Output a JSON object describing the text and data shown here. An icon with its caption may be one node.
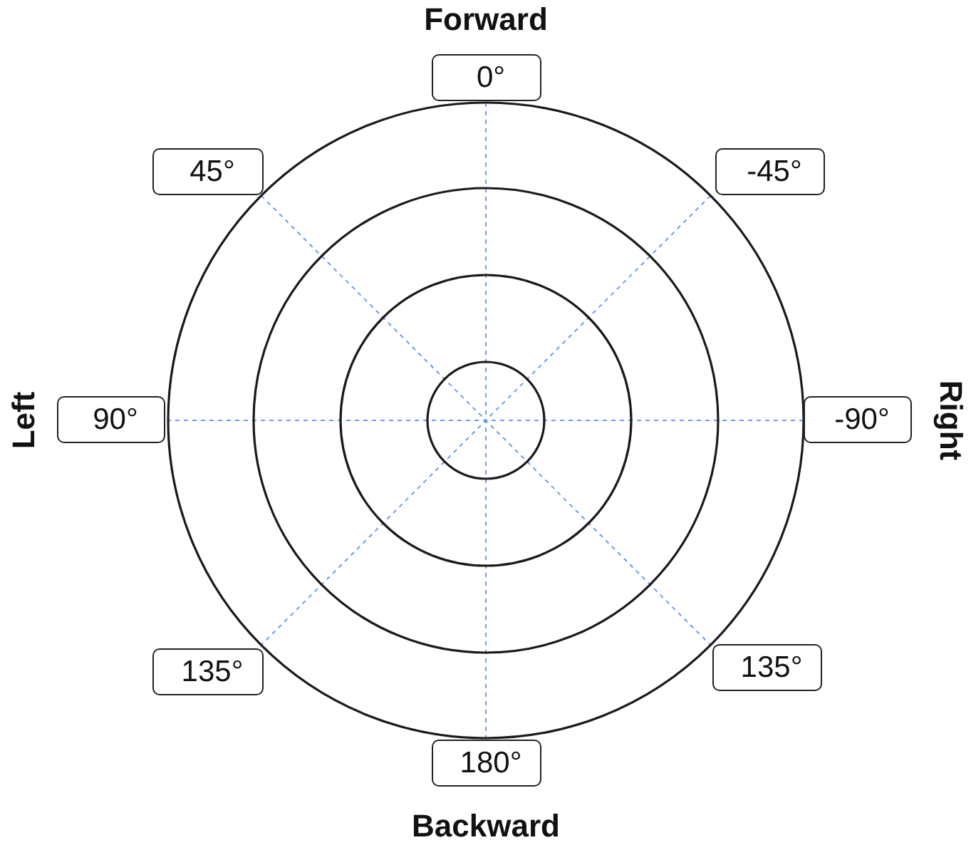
{
  "diagram": {
    "nodes": [
      {
        "text": [
          "0°"
        ],
        "beside": [
          "Forward"
        ]
      },
      {
        "text": [
          "45°"
        ]
      },
      {
        "text": [
          "-45°"
        ]
      },
      {
        "text": [
          "90°"
        ],
        "beside": [
          "Left"
        ]
      },
      {
        "text": [
          "-90°"
        ],
        "beside": [
          "Right"
        ]
      },
      {
        "text": [
          "135°"
        ]
      },
      {
        "text": [
          "135°"
        ]
      },
      {
        "text": [
          "180°"
        ],
        "beside": [
          "Backward"
        ]
      }
    ]
  }
}
